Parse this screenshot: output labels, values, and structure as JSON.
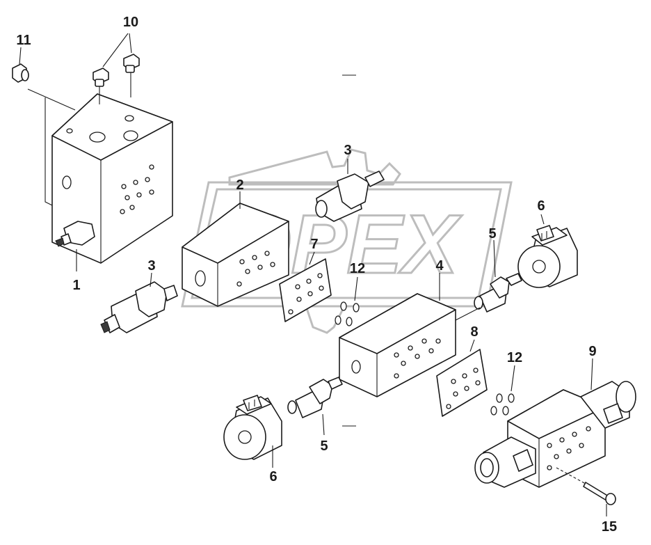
{
  "watermark": {
    "text": "OPEX"
  },
  "callouts": {
    "c1": "1",
    "c2": "2",
    "c3a": "3",
    "c3b": "3",
    "c4": "4",
    "c5a": "5",
    "c5b": "5",
    "c6a": "6",
    "c6b": "6",
    "c7": "7",
    "c8": "8",
    "c9": "9",
    "c10": "10",
    "c11": "11",
    "c12a": "12",
    "c12b": "12",
    "c15": "15"
  }
}
